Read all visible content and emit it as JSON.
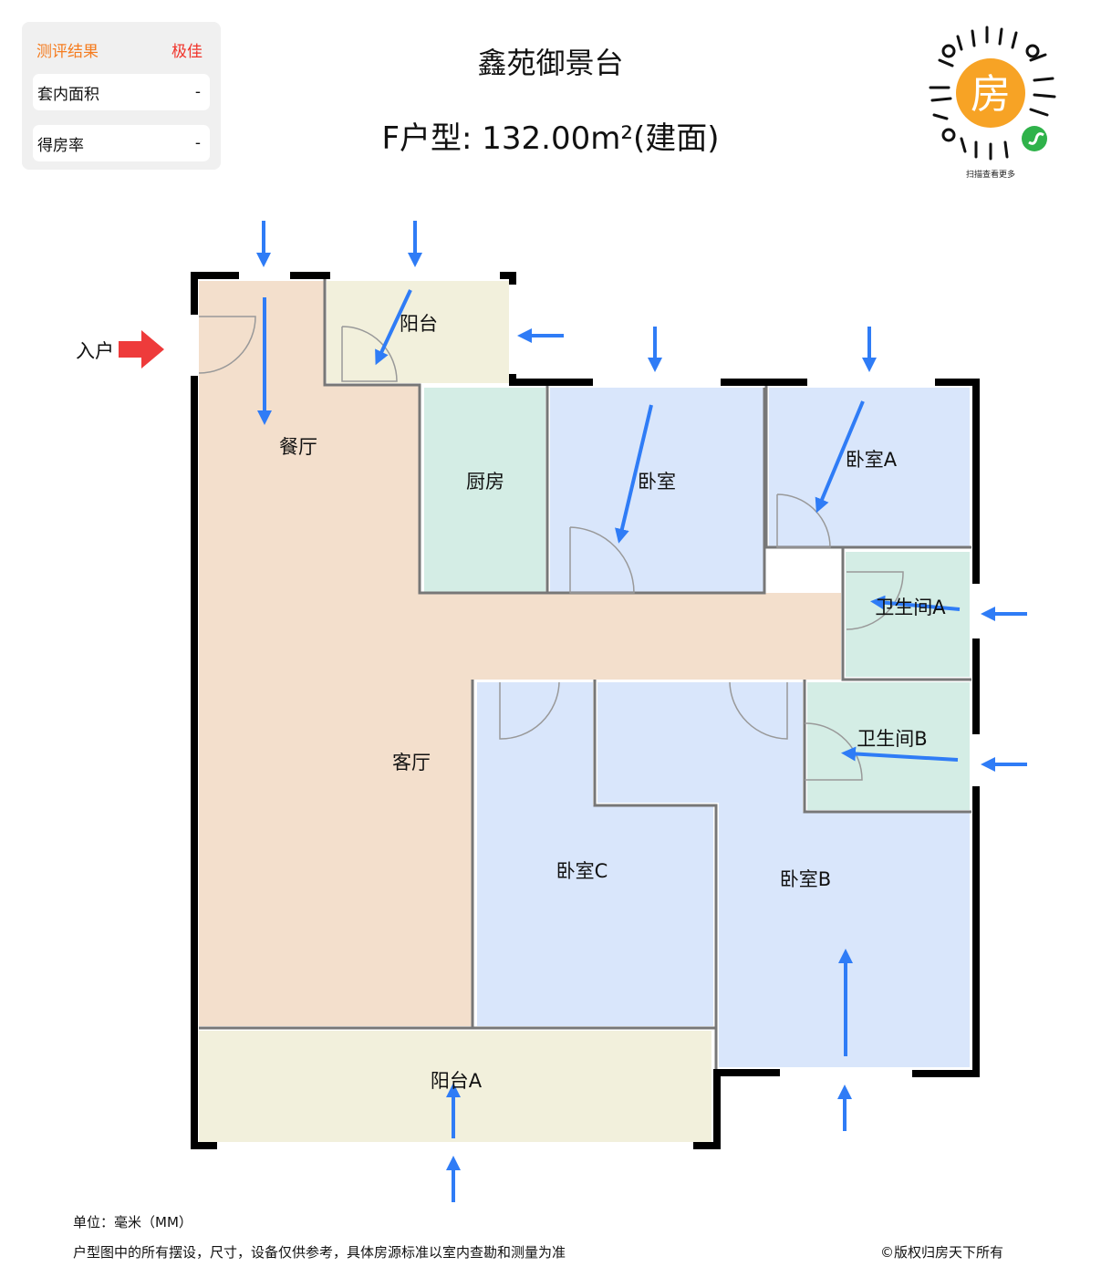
{
  "panel": {
    "header": "测评结果",
    "rating": "极佳",
    "rows": [
      {
        "label": "套内面积",
        "value": "-"
      },
      {
        "label": "得房率",
        "value": "-"
      }
    ]
  },
  "title": "鑫苑御景台",
  "subtitle": "F户型: 132.00m²(建面)",
  "qr": {
    "center_glyph": "房",
    "caption": "扫描查看更多"
  },
  "entry_label": "入户",
  "rooms": {
    "balcony": "阳台",
    "dining": "餐厅",
    "kitchen": "厨房",
    "bedroom": "卧室",
    "bedroom_a": "卧室A",
    "bath_a": "卫生间A",
    "living": "客厅",
    "bath_b": "卫生间B",
    "bedroom_c": "卧室C",
    "bedroom_b": "卧室B",
    "balcony_a": "阳台A"
  },
  "footer": {
    "unit": "单位：毫米（MM）",
    "disclaimer": "户型图中的所有摆设，尺寸，设备仅供参考，具体房源标准以室内查勘和测量为准",
    "copyright": "©版权归房天下所有"
  },
  "colors": {
    "living": "#f3dfcc",
    "balcony": "#f2f0dc",
    "wet": "#d4ede5",
    "bedroom": "#d9e6fb",
    "arrow": "#2f7cf6",
    "entry": "#ee3b3b"
  }
}
